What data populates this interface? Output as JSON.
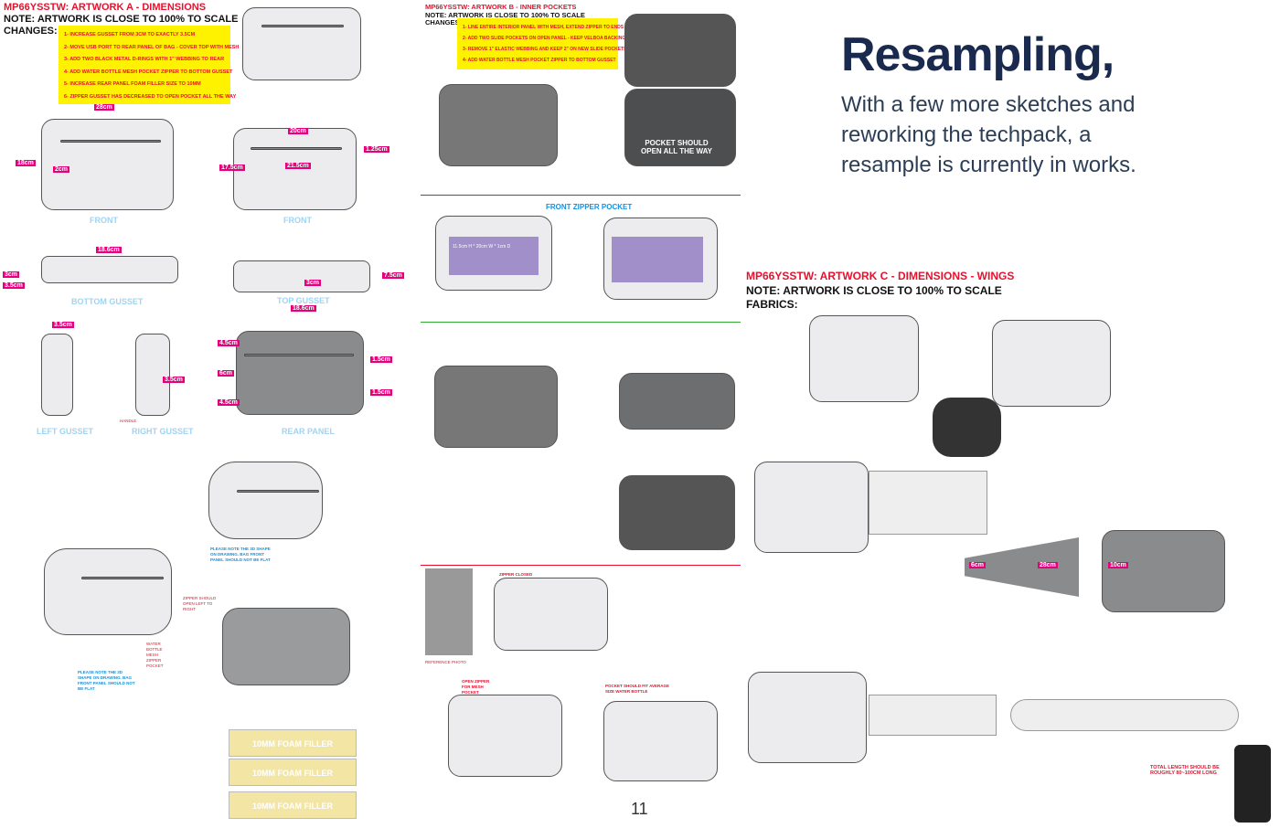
{
  "artwork_a": {
    "title": "MP66YSSTW: ARTWORK A - DIMENSIONS",
    "note": "NOTE: ARTWORK IS CLOSE TO 100% TO SCALE",
    "changes_label": "CHANGES:",
    "changes": [
      "1- INCREASE GUSSET FROM 3CM TO EXACTLY 3.5CM",
      "2- MOVE USB PORT TO REAR PANEL OF BAG - COVER TOP WITH MESH",
      "3- ADD TWO BLACK METAL D-RINGS WITH 1\" WEBBING TO REAR",
      "4- ADD WATER BOTTLE MESH POCKET ZIPPER TO BOTTOM GUSSET",
      "5- INCREASE REAR PANEL FOAM FILLER SIZE TO 10MM",
      "6- ZIPPER GUSSET HAS DECREASED TO OPEN POCKET ALL THE WAY"
    ],
    "views": [
      "FRONT",
      "FRONT",
      "BOTTOM GUSSET",
      "TOP GUSSET",
      "LEFT GUSSET",
      "RIGHT GUSSET",
      "REAR PANEL"
    ],
    "dims": [
      "28cm",
      "18cm",
      "2cm",
      "20cm",
      "21.5cm",
      "1.25cm",
      "17.5cm",
      "18.6cm",
      "3cm",
      "3.5cm",
      "3cm",
      "7.5cm",
      "18.6cm",
      "3.5cm",
      "3.5cm",
      "1.5cm",
      "1.5cm",
      "6cm",
      "4.5cm",
      "4.5cm"
    ],
    "notes": [
      "PLEASE NOTE THE 3D SHAPE ON DRAWING. BAG FRONT PANEL SHOULD NOT BE FLAT",
      "PLEASE NOTE THE 3D SHAPE ON DRAWING. BAG FRONT PANEL SHOULD NOT BE FLAT",
      "ZIPPER SHOULD OPEN LEFT TO RIGHT",
      "WATER BOTTLE MESH ZIPPER POCKET",
      "HANDLE"
    ],
    "foam": [
      "10MM FOAM FILLER",
      "10MM FOAM FILLER",
      "10MM FOAM FILLER"
    ]
  },
  "artwork_b": {
    "title": "MP66YSSTW: ARTWORK B - INNER POCKETS",
    "note": "NOTE: ARTWORK IS CLOSE TO 100% TO SCALE",
    "changes_label": "CHANGES:",
    "changes": [
      "1- LINE ENTIRE INTERIOR PANEL WITH MESH, EXTEND ZIPPER TO ENDS",
      "2- ADD TWO SLIDE POCKETS ON OPEN PANEL - KEEP VELBOA BACKING",
      "3- REMOVE 1\" ELASTIC WEBBING AND KEEP 2\" ON NEW SLIDE POCKETS",
      "4- ADD WATER BOTTLE MESH POCKET ZIPPER TO BOTTOM GUSSET"
    ],
    "pocket_label": "POCKET SHOULD OPEN ALL THE WAY",
    "front_zipper": "FRONT ZIPPER POCKET",
    "pocket_dim": "11.5cm H * 20cm W * 1cm D",
    "notes": [
      "ZIPPER CLOSED",
      "OPEN ZIPPER FOR MESH POCKET",
      "POCKET SHOULD FIT AVERAGE SIZE WATER BOTTLE",
      "REFERENCE PHOTO"
    ]
  },
  "artwork_c": {
    "title": "MP66YSSTW: ARTWORK C - DIMENSIONS - WINGS",
    "note": "NOTE: ARTWORK IS CLOSE TO 100% TO SCALE",
    "fabrics": "FABRICS:",
    "dims": [
      "28cm",
      "6cm",
      "10cm"
    ],
    "total": "TOTAL LENGTH SHOULD BE ROUGHLY 80~100CM LONG"
  },
  "page_number": "11",
  "resampling": {
    "title": "Resampling,",
    "body": "With a few more sketches and reworking the techpack, a resample is currently in works."
  }
}
